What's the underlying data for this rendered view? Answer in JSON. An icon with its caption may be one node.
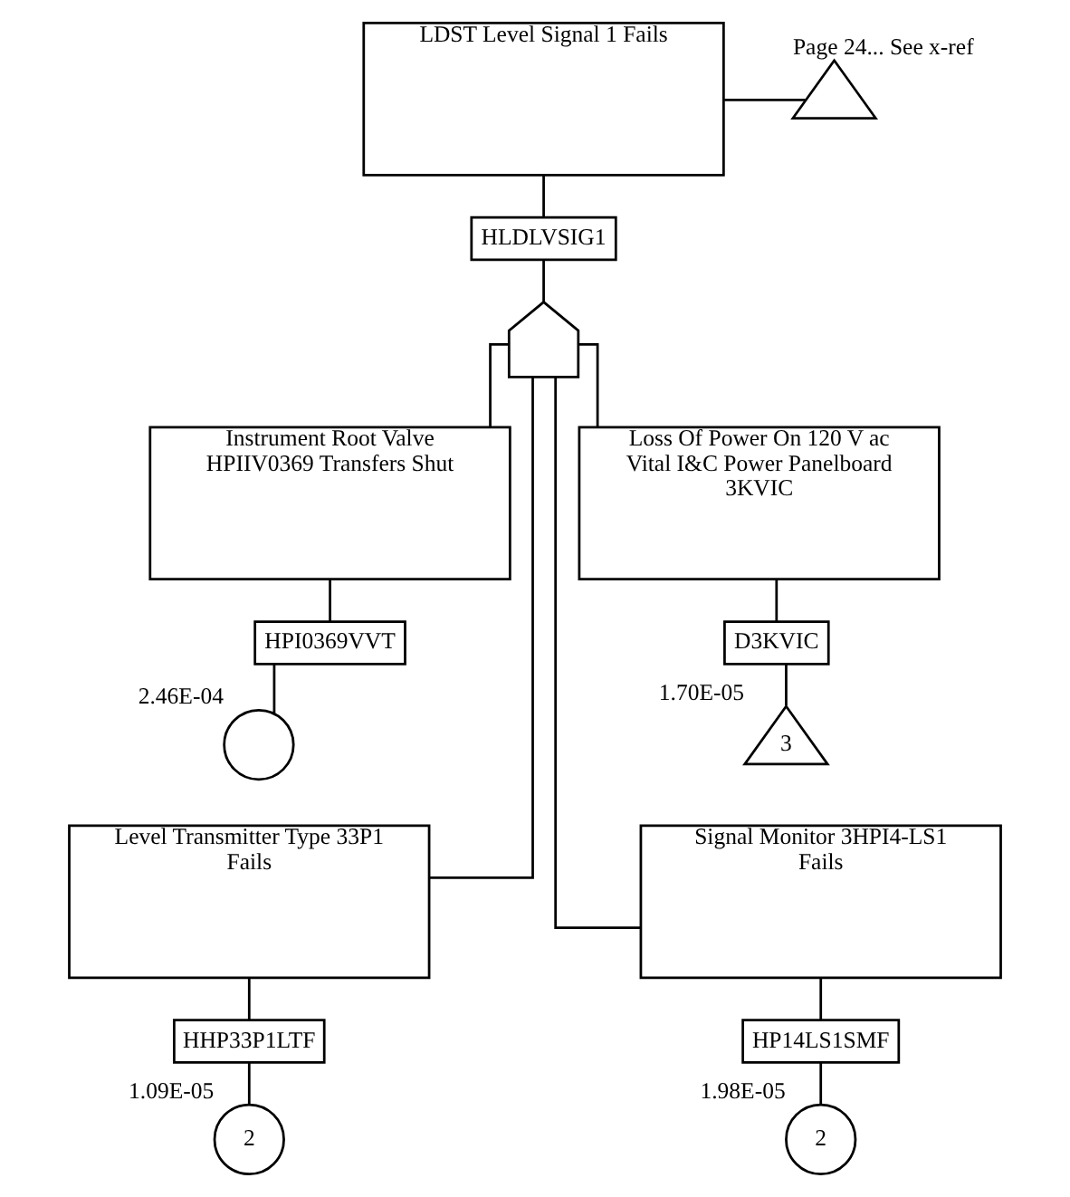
{
  "diagram": {
    "nodes": [
      {
        "text": [
          "LDST Level Signal 1 Fails"
        ]
      },
      {
        "text": [],
        "shape": "triangle",
        "beside": [
          "Page 24... See x-ref"
        ]
      },
      {
        "text": [
          "HLDLVSIG1"
        ]
      },
      {
        "text": [],
        "shape": "gate"
      },
      {
        "text": [
          "Instrument Root Valve HPIIV0369 Transfers Shut"
        ]
      },
      {
        "text": [
          "HPI0369VVT"
        ]
      },
      {
        "text": [],
        "shape": "circle",
        "beside": [
          "2.46E-04"
        ]
      },
      {
        "text": [
          "Loss Of Power On 120 V ac Vital I&C Power Panelboard 3KVIC"
        ]
      },
      {
        "text": [
          "D3KVIC"
        ]
      },
      {
        "text": [
          "3"
        ],
        "beside": [
          "1.70E-05"
        ]
      },
      {
        "text": [
          "Level Transmitter Type 33P1 Fails"
        ]
      },
      {
        "text": [
          "HHP33P1LTF"
        ]
      },
      {
        "text": [
          "2"
        ],
        "beside": [
          "1.09E-05"
        ]
      },
      {
        "text": [
          "Signal Monitor 3HPI4-LS1 Fails"
        ]
      },
      {
        "text": [
          "HP14LS1SMF"
        ]
      },
      {
        "text": [
          "2"
        ],
        "beside": [
          "1.98E-05"
        ]
      }
    ],
    "edges": [
      {
        "from": 0,
        "to": 1,
        "arrow": "none"
      },
      {
        "from": 0,
        "to": 2,
        "arrow": "none"
      },
      {
        "from": 2,
        "to": 3,
        "arrow": "none"
      },
      {
        "from": 3,
        "to": 4,
        "arrow": "none"
      },
      {
        "from": 3,
        "to": 7,
        "arrow": "none"
      },
      {
        "from": 3,
        "to": 10,
        "arrow": "none"
      },
      {
        "from": 3,
        "to": 13,
        "arrow": "none"
      },
      {
        "from": 4,
        "to": 5,
        "arrow": "none"
      },
      {
        "from": 5,
        "to": 6,
        "arrow": "none"
      },
      {
        "from": 7,
        "to": 8,
        "arrow": "none"
      },
      {
        "from": 8,
        "to": 9,
        "arrow": "none"
      },
      {
        "from": 10,
        "to": 11,
        "arrow": "none"
      },
      {
        "from": 11,
        "to": 12,
        "arrow": "none"
      },
      {
        "from": 13,
        "to": 14,
        "arrow": "none"
      },
      {
        "from": 14,
        "to": 15,
        "arrow": "none"
      }
    ]
  }
}
